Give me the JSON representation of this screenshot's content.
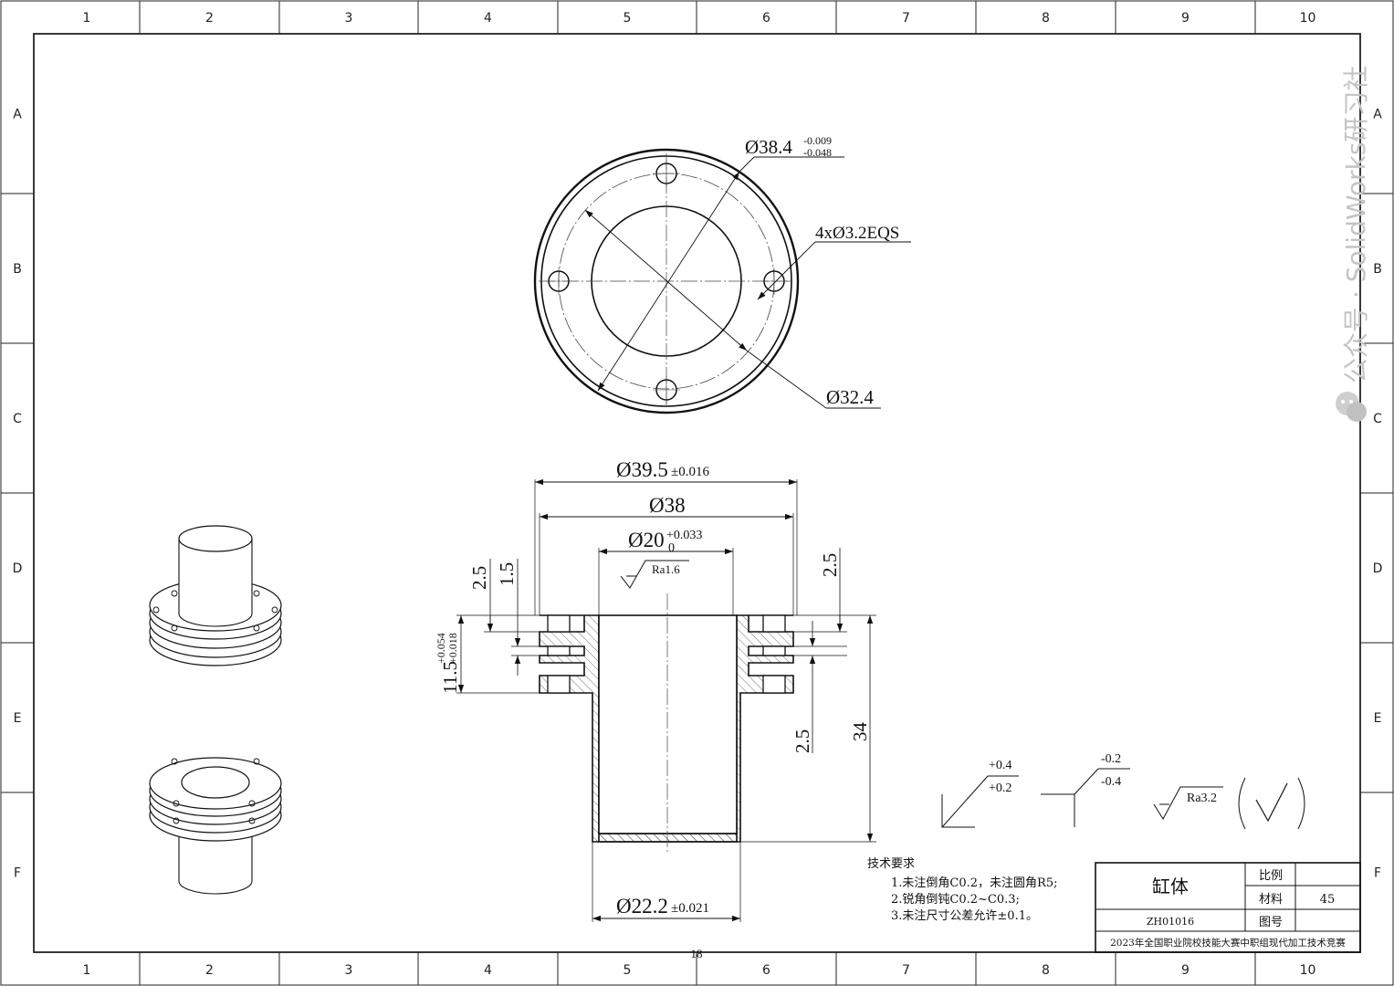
{
  "sheet": {
    "col_labels": [
      "1",
      "2",
      "3",
      "4",
      "5",
      "6",
      "7",
      "8",
      "9",
      "10"
    ],
    "row_labels": [
      "A",
      "B",
      "C",
      "D",
      "E",
      "F"
    ],
    "page_number": "18"
  },
  "watermark": {
    "text": "公众号 · SolidWorks研习社",
    "icon": "wechat-icon"
  },
  "top_view": {
    "outer_dia": "Ø38.4",
    "outer_tol_upper": "-0.009",
    "outer_tol_lower": "-0.048",
    "holes": "4xØ3.2EQS",
    "pcd": "Ø32.4"
  },
  "section_view": {
    "flange_dia": "Ø39.5",
    "flange_tol": "±0.016",
    "groove_dia": "Ø38",
    "bore_dia": "Ø20",
    "bore_tol_upper": "+0.033",
    "bore_tol_lower": "0",
    "bore_roughness": "Ra1.6",
    "base_dia": "Ø22.2",
    "base_tol": "±0.021",
    "dim_left_a": "2.5",
    "dim_left_b": "1.5",
    "dim_left_h": "11.5",
    "dim_left_h_tol_upper": "+0.054",
    "dim_left_h_tol_lower": "+0.018",
    "dim_right_top": "2.5",
    "dim_right_mid": "2.5",
    "dim_height": "34"
  },
  "symbols": {
    "sym1_upper": "+0.4",
    "sym1_lower": "+0.2",
    "sym2_upper": "-0.2",
    "sym2_lower": "-0.4",
    "general_roughness": "Ra3.2"
  },
  "tech_requirements": {
    "title": "技术要求",
    "items": [
      "1.未注倒角C0.2，未注圆角R5;",
      "2.锐角倒钝C0.2~C0.3;",
      "3.未注尺寸公差允许±0.1。"
    ]
  },
  "title_block": {
    "part_name": "缸体",
    "scale_label": "比例",
    "scale_value": "",
    "material_label": "材料",
    "material_value": "45",
    "drawing_no_label": "图号",
    "drawing_no_value": "",
    "code": "ZH01016",
    "competition": "2023年全国职业院校技能大赛中职组现代加工技术竞赛"
  }
}
